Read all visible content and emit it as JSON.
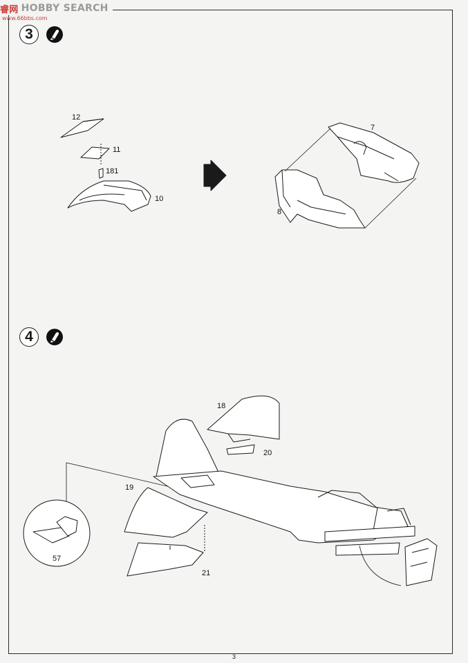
{
  "watermark": {
    "chinese": "睿网",
    "text": "HOBBY SEARCH",
    "url": "www.66bbs.com"
  },
  "steps": [
    {
      "number": "3",
      "icon": "cement-glue-icon",
      "parts": {
        "p12": "12",
        "p11": "11",
        "p181": "181",
        "p10": "10",
        "p7": "7",
        "p8": "8"
      }
    },
    {
      "number": "4",
      "icon": "cement-glue-icon",
      "parts": {
        "p18": "18",
        "p20": "20",
        "p19": "19",
        "p57": "57",
        "p21": "21"
      }
    }
  ],
  "page_number": "3"
}
